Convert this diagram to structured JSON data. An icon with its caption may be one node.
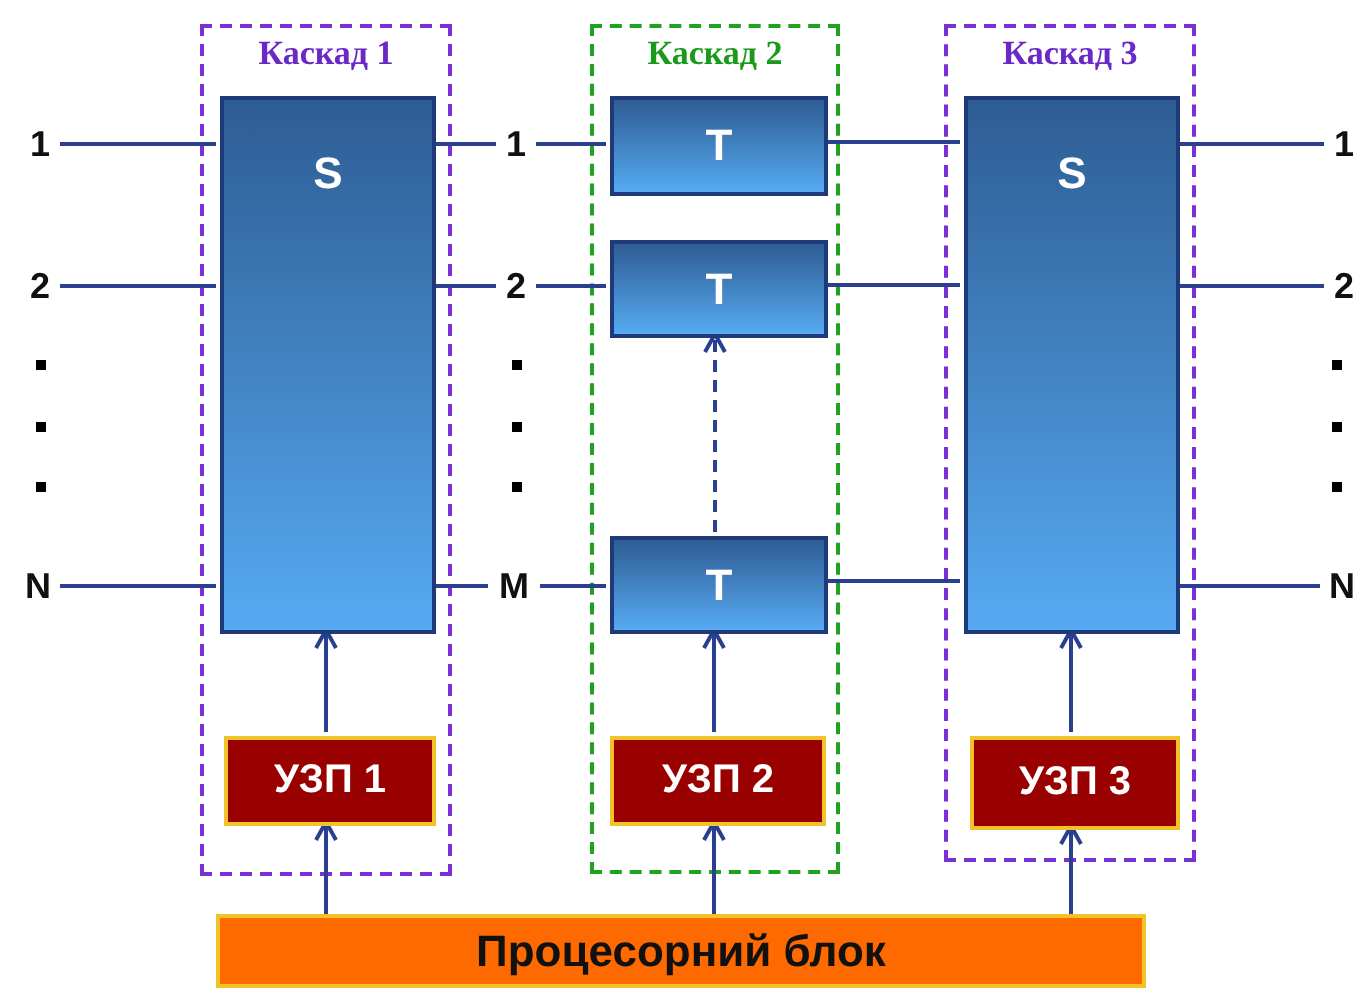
{
  "diagram": {
    "nodes": [
      {
        "text": [
          "Каскад 1"
        ]
      },
      {
        "text": [
          "S"
        ],
        "in": 0
      },
      {
        "text": [
          "УЗП 1"
        ],
        "in": 0
      },
      {
        "text": [
          "Каскад 2"
        ]
      },
      {
        "text": [
          "T"
        ],
        "in": 3
      },
      {
        "text": [
          "T"
        ],
        "in": 3
      },
      {
        "text": [
          "T"
        ],
        "in": 3
      },
      {
        "text": [
          "УЗП 2"
        ],
        "in": 3
      },
      {
        "text": [
          "Каскад 3"
        ]
      },
      {
        "text": [
          "S"
        ],
        "in": 8
      },
      {
        "text": [
          "УЗП 3"
        ],
        "in": 8
      },
      {
        "text": [
          "Процесорний блок"
        ]
      },
      {
        "text": [
          "1"
        ]
      },
      {
        "text": [
          "2"
        ]
      },
      {
        "text": [
          "N"
        ]
      },
      {
        "text": [
          "1"
        ]
      },
      {
        "text": [
          "2"
        ]
      },
      {
        "text": [
          "M"
        ]
      },
      {
        "text": [
          "1"
        ]
      },
      {
        "text": [
          "2"
        ]
      },
      {
        "text": [
          "N"
        ]
      }
    ],
    "edges": [
      {
        "from": 12,
        "to": 1,
        "arrow": "none"
      },
      {
        "from": 1,
        "to": 15,
        "arrow": "none"
      },
      {
        "from": 15,
        "to": 4,
        "arrow": "none"
      },
      {
        "from": 4,
        "to": 9,
        "arrow": "none"
      },
      {
        "from": 9,
        "to": 18,
        "arrow": "none"
      },
      {
        "from": 13,
        "to": 1,
        "arrow": "none"
      },
      {
        "from": 1,
        "to": 16,
        "arrow": "none"
      },
      {
        "from": 16,
        "to": 5,
        "arrow": "none"
      },
      {
        "from": 5,
        "to": 9,
        "arrow": "none"
      },
      {
        "from": 9,
        "to": 19,
        "arrow": "none"
      },
      {
        "from": 14,
        "to": 1,
        "arrow": "none"
      },
      {
        "from": 1,
        "to": 17,
        "arrow": "none"
      },
      {
        "from": 17,
        "to": 6,
        "arrow": "none"
      },
      {
        "from": 6,
        "to": 9,
        "arrow": "none"
      },
      {
        "from": 9,
        "to": 20,
        "arrow": "none"
      },
      {
        "from": 6,
        "to": 5,
        "arrow": "to",
        "style": "dashed"
      },
      {
        "from": 2,
        "to": 1,
        "arrow": "to"
      },
      {
        "from": 7,
        "to": 6,
        "arrow": "to"
      },
      {
        "from": 10,
        "to": 9,
        "arrow": "to"
      },
      {
        "from": 11,
        "to": 2,
        "arrow": "to"
      },
      {
        "from": 11,
        "to": 7,
        "arrow": "to"
      },
      {
        "from": 11,
        "to": 10,
        "arrow": "to"
      }
    ]
  }
}
